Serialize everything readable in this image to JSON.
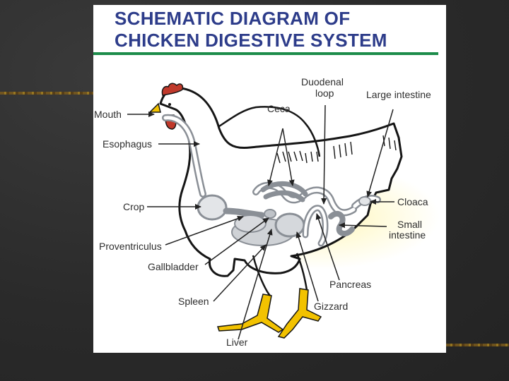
{
  "title": {
    "line1": "SCHEMATIC DIAGRAM OF",
    "line2": "CHICKEN DIGESTIVE SYSTEM"
  },
  "colors": {
    "title": "#2d3c8a",
    "rule": "#1d8c4a",
    "feet": "#f2c200",
    "comb": "#c0392b",
    "organs": "#cfd2d6"
  },
  "labels": {
    "mouth": "Mouth",
    "esophagus": "Esophagus",
    "crop": "Crop",
    "proventriculus": "Proventriculus",
    "gallbladder": "Gallbladder",
    "spleen": "Spleen",
    "liver": "Liver",
    "ceca": "Ceca",
    "duodenal_1": "Duodenal",
    "duodenal_2": "loop",
    "large_intestine": "Large intestine",
    "cloaca": "Cloaca",
    "small_1": "Small",
    "small_2": "intestine",
    "pancreas": "Pancreas",
    "gizzard": "Gizzard"
  }
}
